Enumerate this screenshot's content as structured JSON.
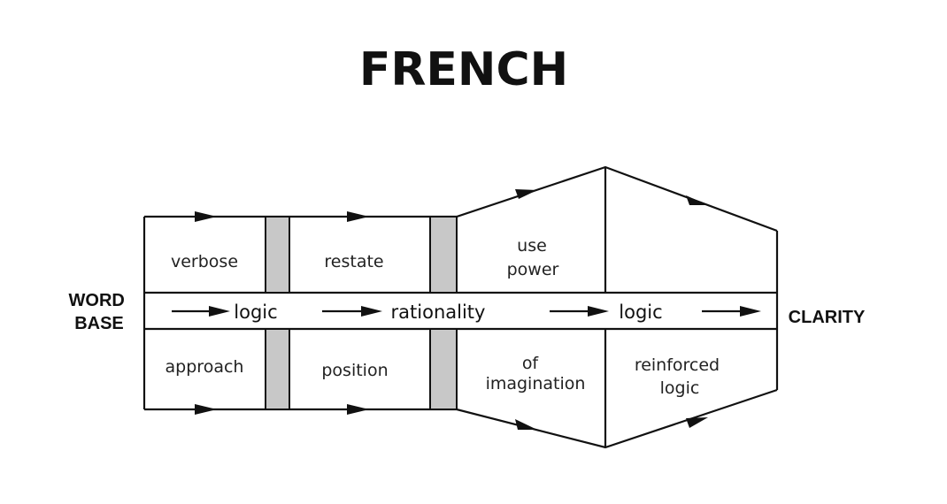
{
  "title": "FRENCH",
  "left_label": {
    "line1": "WORD",
    "line2": "BASE"
  },
  "right_label": "CLARITY",
  "top_row": {
    "cell1": "verbose",
    "cell2": "restate",
    "cell3": {
      "line1": "use",
      "line2": "power"
    }
  },
  "flow": {
    "label1": "logic",
    "label2": "rationality",
    "label3": "logic"
  },
  "bottom_row": {
    "cell1": "approach",
    "cell2": "position",
    "cell3": {
      "line1": "of",
      "line2": "imagination"
    },
    "cell4": {
      "line1": "reinforced",
      "line2": "logic"
    }
  },
  "colors": {
    "line": "#111111",
    "barrier_fill": "#c8c8c8",
    "background": "#ffffff"
  }
}
